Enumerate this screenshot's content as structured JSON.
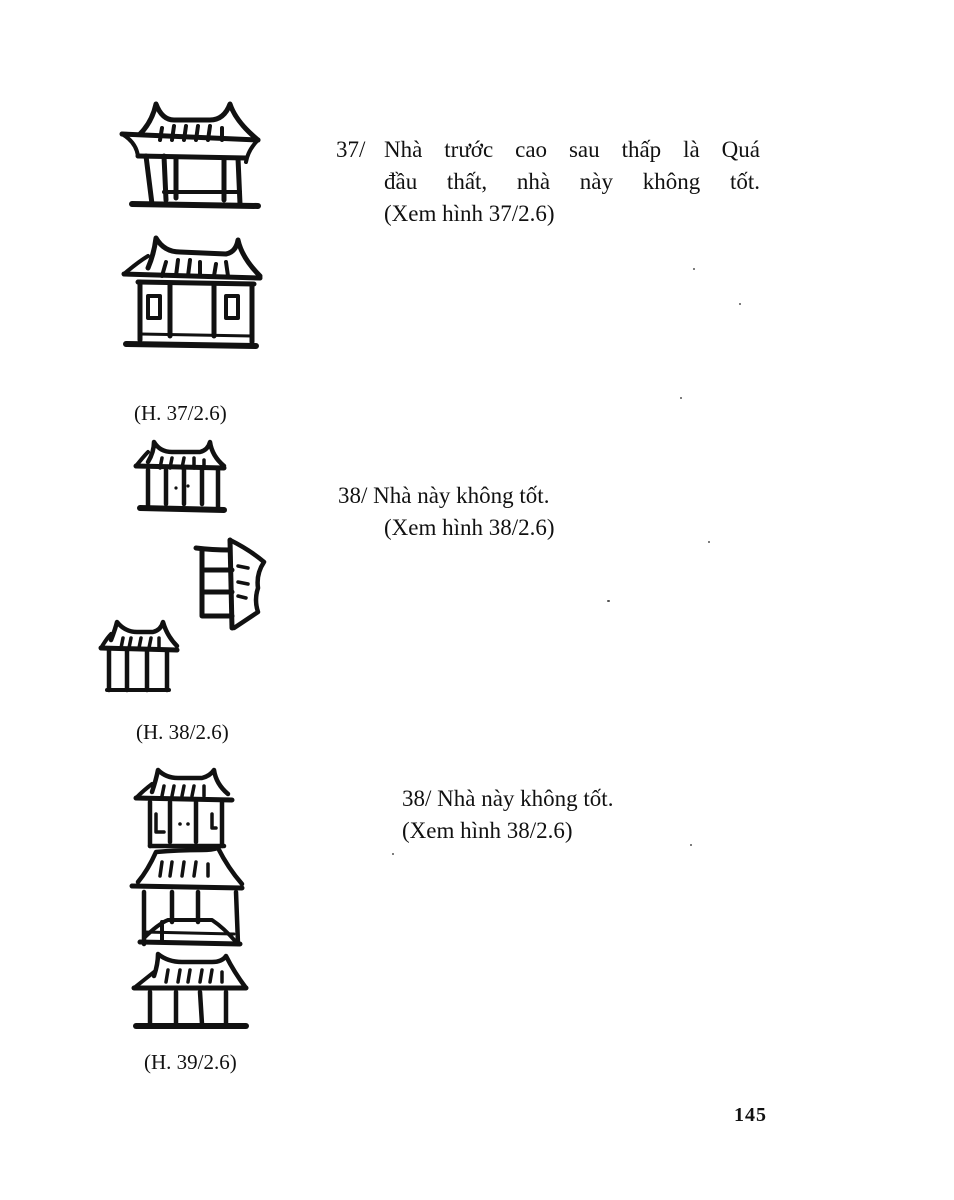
{
  "page": {
    "number": "145",
    "language": "vi"
  },
  "entries": [
    {
      "number": "37/",
      "lines": [
        "Nhà trước cao sau thấp là Quá",
        "đầu thất, nhà này không tốt.",
        "(Xem hình 37/2.6)"
      ],
      "figure_caption": "(H. 37/2.6)"
    },
    {
      "number": "38/",
      "lines": [
        "Nhà này không tốt.",
        "(Xem hình 38/2.6)"
      ],
      "figure_caption": "(H. 38/2.6)"
    },
    {
      "number": "38/",
      "lines": [
        "Nhà này không tốt.",
        "(Xem hình 38/2.6)"
      ],
      "figure_caption": "(H. 39/2.6)"
    }
  ],
  "figures": [
    {
      "id": "fig-37",
      "caption": "(H. 37/2.6)",
      "houses": [
        "tall-front-house",
        "low-back-house"
      ]
    },
    {
      "id": "fig-38",
      "caption": "(H. 38/2.6)",
      "houses": [
        "small-top-house",
        "side-facing-house",
        "small-bottom-house"
      ]
    },
    {
      "id": "fig-39",
      "caption": "(H. 39/2.6)",
      "houses": [
        "stacked-house-top",
        "stacked-house-middle",
        "stacked-house-bottom"
      ]
    }
  ]
}
